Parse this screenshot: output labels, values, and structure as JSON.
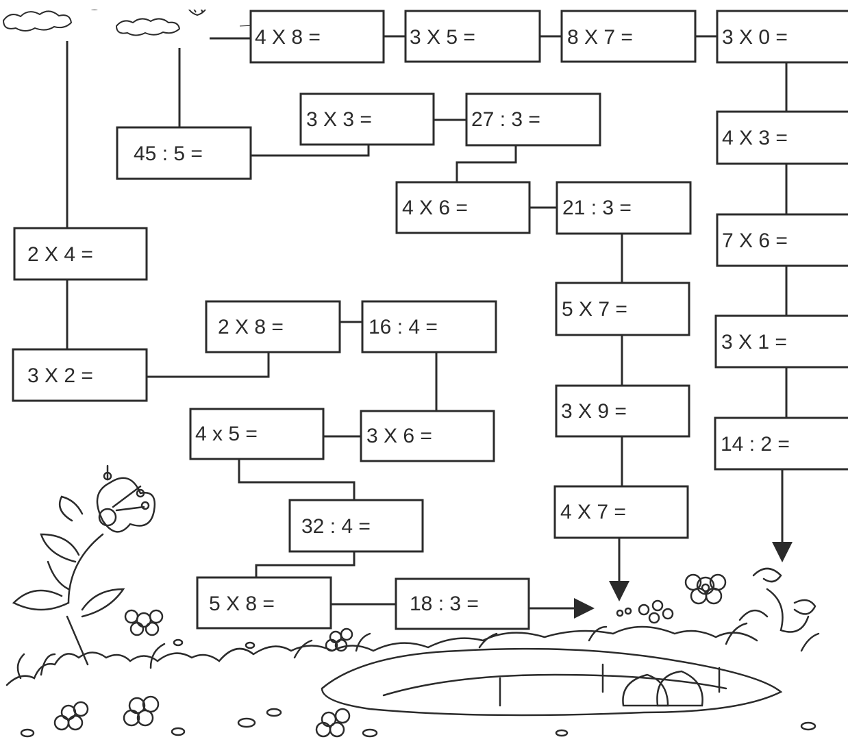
{
  "problems": {
    "p01": "4 X 8 =",
    "p02": "3 X 5 =",
    "p03": "8 X 7 =",
    "p04": "3 X 0 =",
    "p05": "3 X 3 =",
    "p06": "27 : 3 =",
    "p07": "45 : 5 =",
    "p08": "4 X 3 =",
    "p09": "4 X 6 =",
    "p10": "21 : 3 =",
    "p11": "2 X 4 =",
    "p12": "7 X 6 =",
    "p13": "2 X 8 =",
    "p14": "16 : 4 =",
    "p15": "5 X 7 =",
    "p16": "3 X 1 =",
    "p17": "3 X 2 =",
    "p18": "3 X 9 =",
    "p19": "4 x 5 =",
    "p20": "3 X 6 =",
    "p21": "14 : 2 =",
    "p22": "4 X 7 =",
    "p23": "32 : 4 =",
    "p24": "5 X 8 =",
    "p25": "18 : 3 ="
  },
  "colors": {
    "ink": "#2b2b2b",
    "background": "#ffffff"
  },
  "illustration": {
    "top": "clouds-and-balloons",
    "bottom": "garden-with-flowers-grass-and-pond"
  }
}
